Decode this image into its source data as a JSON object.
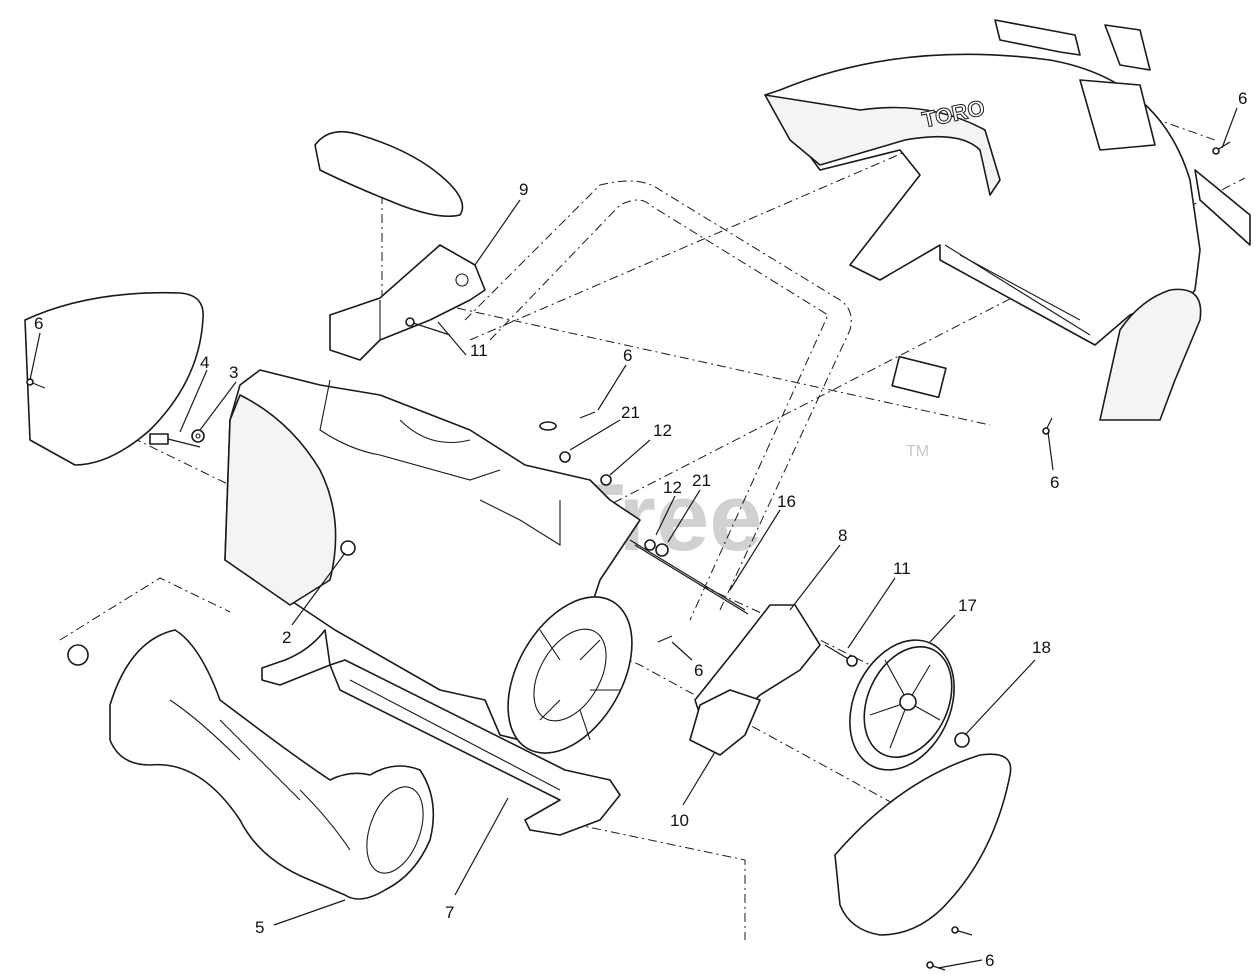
{
  "watermark": {
    "text": "PartsTree",
    "trademark": "TM"
  },
  "handle_brand": "TORO",
  "callouts": [
    {
      "id": "c-6-left",
      "label": "6"
    },
    {
      "id": "c-4",
      "label": "4"
    },
    {
      "id": "c-3",
      "label": "3"
    },
    {
      "id": "c-9",
      "label": "9"
    },
    {
      "id": "c-11-top",
      "label": "11"
    },
    {
      "id": "c-6-mid",
      "label": "6"
    },
    {
      "id": "c-21-top",
      "label": "21"
    },
    {
      "id": "c-12-top",
      "label": "12"
    },
    {
      "id": "c-12-mid",
      "label": "12"
    },
    {
      "id": "c-21-mid",
      "label": "21"
    },
    {
      "id": "c-16",
      "label": "16"
    },
    {
      "id": "c-8",
      "label": "8"
    },
    {
      "id": "c-11-right",
      "label": "11"
    },
    {
      "id": "c-17",
      "label": "17"
    },
    {
      "id": "c-18",
      "label": "18"
    },
    {
      "id": "c-2",
      "label": "2"
    },
    {
      "id": "c-6-bracket",
      "label": "6"
    },
    {
      "id": "c-10",
      "label": "10"
    },
    {
      "id": "c-7",
      "label": "7"
    },
    {
      "id": "c-5",
      "label": "5"
    },
    {
      "id": "c-6-top-right",
      "label": "6"
    },
    {
      "id": "c-6-right",
      "label": "6"
    },
    {
      "id": "c-6-bottom",
      "label": "6"
    }
  ]
}
